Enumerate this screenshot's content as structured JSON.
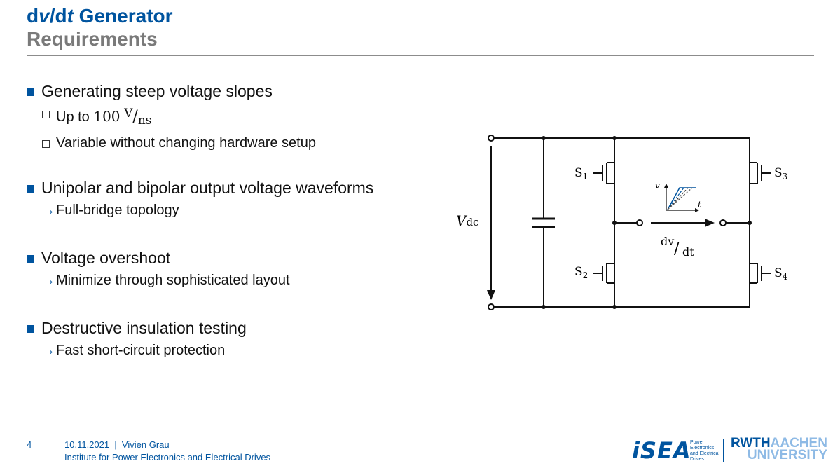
{
  "header": {
    "title_d": "d",
    "title_v": "v",
    "title_slash": "/d",
    "title_t": "t",
    "title_rest": " Generator",
    "subtitle": "Requirements"
  },
  "bullets": [
    {
      "text": "Generating steep voltage slopes",
      "subs": [
        {
          "pre": "Up to ",
          "value": "100",
          "unit_num": "V",
          "unit_den": "ns"
        },
        {
          "text": "Variable without changing hardware setup"
        }
      ]
    },
    {
      "text": "Unipolar and bipolar output voltage waveforms",
      "arrow_sub": "Full-bridge topology"
    },
    {
      "text": "Voltage overshoot",
      "arrow_sub": "Minimize through sophisticated layout"
    },
    {
      "text": "Destructive insulation testing",
      "arrow_sub": "Fast short-circuit protection"
    }
  ],
  "diagram": {
    "vdc_label": "V",
    "vdc_sub": "dc",
    "s1": "S",
    "s1_sub": "1",
    "s2": "S",
    "s2_sub": "2",
    "s3": "S",
    "s3_sub": "3",
    "s4": "S",
    "s4_sub": "4",
    "dvdt_num": "dv",
    "dvdt_den": "dt",
    "inset_v": "v",
    "inset_t": "t"
  },
  "footer": {
    "page_number": "4",
    "date_author": "10.11.2021  |  Vivien Grau",
    "institute": "Institute for Power Electronics and Electrical Drives"
  },
  "logos": {
    "isea": "iSEA",
    "isea_sub": [
      "Power",
      "Electronics",
      "and Electrical",
      "Drives"
    ],
    "rwth": "RWTH",
    "aachen": "AACHEN",
    "university": "UNIVERSITY"
  },
  "colors": {
    "accent": "#00549f",
    "subtitle_gray": "#7a7a7a"
  }
}
